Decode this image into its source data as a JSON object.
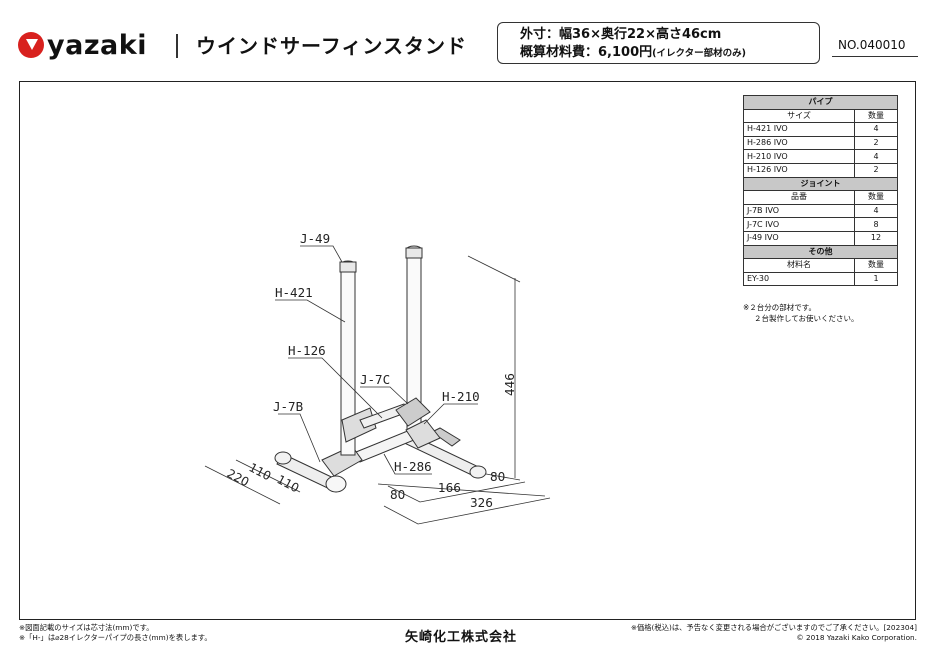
{
  "header": {
    "logo_text": "yazaki",
    "product_title": "ウインドサーフィンスタンド",
    "spec_line1": "外寸：幅36×奥行22×高さ46cm",
    "spec_line2_main": "概算材料費：6,100円",
    "spec_line2_note": "(イレクター部材のみ)",
    "doc_number": "NO.040010"
  },
  "parts_table": {
    "pipe_section": "パイプ",
    "pipe_headers": [
      "サイズ",
      "数量"
    ],
    "pipes": [
      {
        "name": "H-421 IVO",
        "qty": "4"
      },
      {
        "name": "H-286 IVO",
        "qty": "2"
      },
      {
        "name": "H-210 IVO",
        "qty": "4"
      },
      {
        "name": "H-126 IVO",
        "qty": "2"
      }
    ],
    "joint_section": "ジョイント",
    "joint_headers": [
      "品番",
      "数量"
    ],
    "joints": [
      {
        "name": "J-7B IVO",
        "qty": "4"
      },
      {
        "name": "J-7C IVO",
        "qty": "8"
      },
      {
        "name": "J-49 IVO",
        "qty": "12"
      }
    ],
    "other_section": "その他",
    "other_headers": [
      "材料名",
      "数量"
    ],
    "others": [
      {
        "name": "EY-30",
        "qty": "1"
      }
    ],
    "note_line1": "※２台分の部材です。",
    "note_line2": "２台製作してお使いください。"
  },
  "drawing": {
    "labels": {
      "j49": "J-49",
      "h421": "H-421",
      "h126": "H-126",
      "j7c": "J-7C",
      "j7b": "J-7B",
      "h210": "H-210",
      "h286": "H-286"
    },
    "dimensions": {
      "height": "446",
      "d110a": "110",
      "d110b": "110",
      "d220": "220",
      "d80a": "80",
      "d166": "166",
      "d80b": "80",
      "d326": "326"
    }
  },
  "footer": {
    "note1": "※図面記載のサイズは芯寸法(mm)です。",
    "note2": "※「H-」は⌀28イレクターパイプの長さ(mm)を表します。",
    "company": "矢崎化工株式会社",
    "price_note": "※価格(税込)は、予告なく変更される場合がございますのでご了承ください。[202304]",
    "copyright": "© 2018 Yazaki Kako Corporation."
  }
}
